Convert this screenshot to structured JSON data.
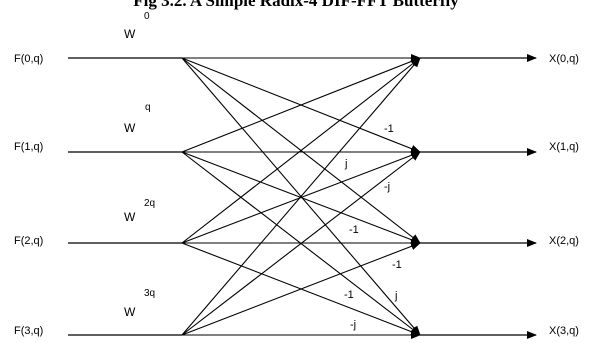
{
  "title": "Fig 3.2. A Simple Radix-4 DIF-FFT Butterfly",
  "inputs": [
    "F(0,q)",
    "F(1,q)",
    "F(2,q)",
    "F(3,q)"
  ],
  "outputs": [
    "X(0,q)",
    "X(1,q)",
    "X(2,q)",
    "X(3,q)"
  ],
  "twiddle_base": "W",
  "twiddle_exponents": [
    "0",
    "q",
    "2q",
    "3q"
  ],
  "coefficients": [
    {
      "id": "c1",
      "text": "-1"
    },
    {
      "id": "c2",
      "text": "j"
    },
    {
      "id": "c3",
      "text": "-j"
    },
    {
      "id": "c4",
      "text": "-1"
    },
    {
      "id": "c5",
      "text": "-1"
    },
    {
      "id": "c6",
      "text": "-1"
    },
    {
      "id": "c7",
      "text": "j"
    },
    {
      "id": "c8",
      "text": "-j"
    }
  ]
}
